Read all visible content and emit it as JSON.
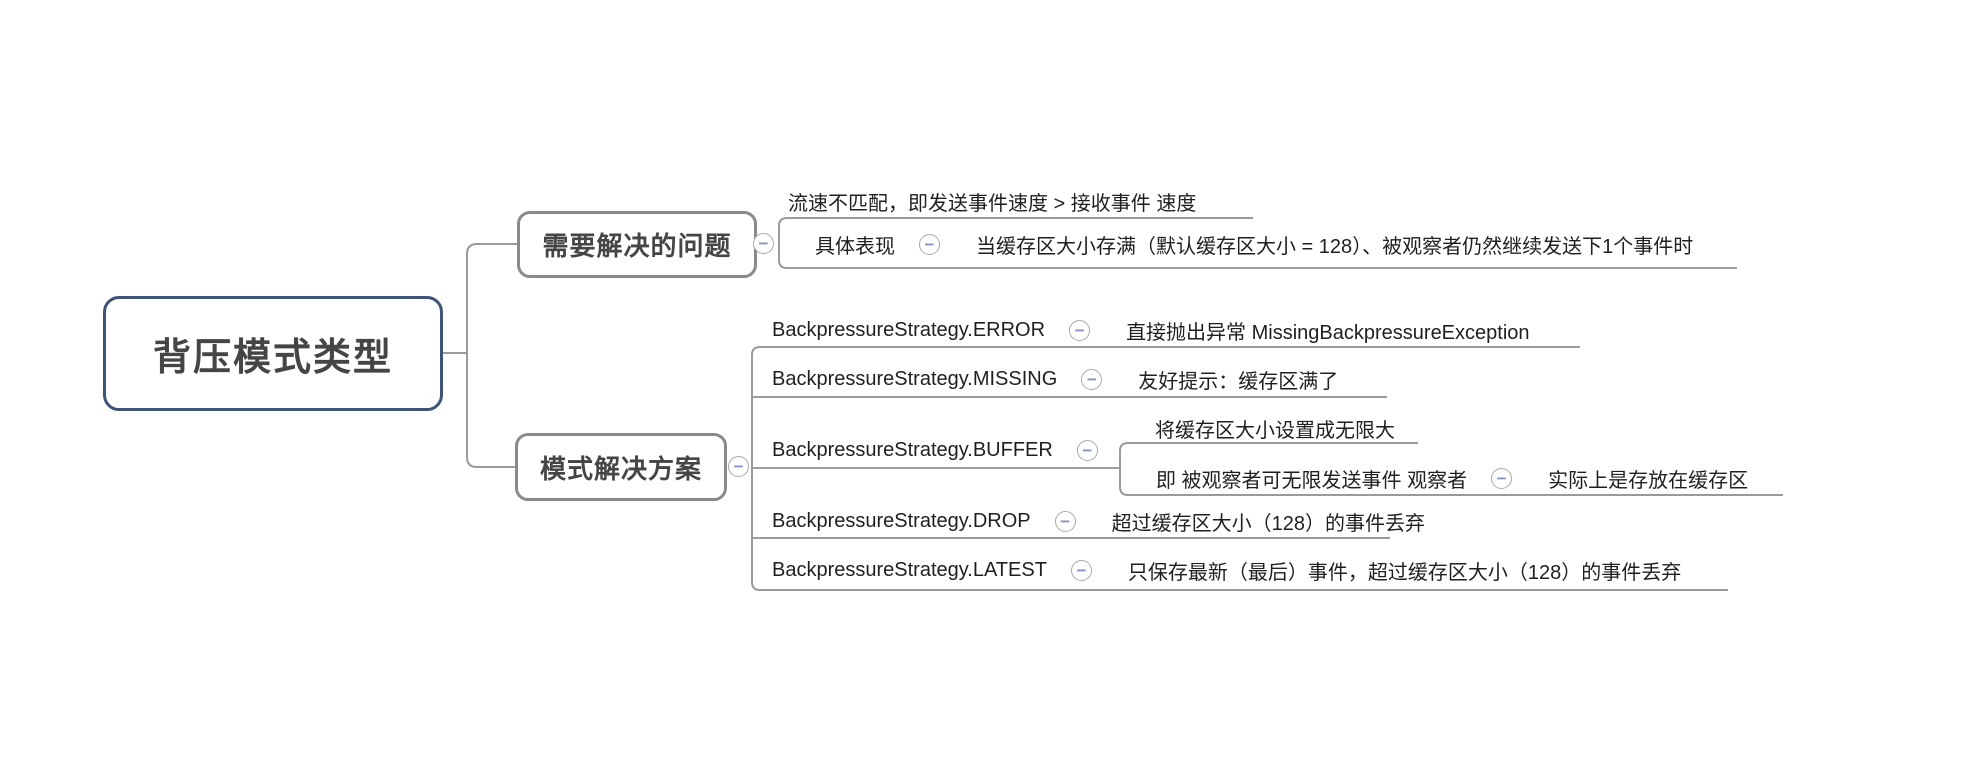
{
  "root": {
    "label": "背压模式类型"
  },
  "branches": [
    {
      "label": "需要解决的问题",
      "children": [
        {
          "label": "流速不匹配，即发送事件速度 > 接收事件 速度"
        },
        {
          "label": "具体表现",
          "child": "当缓存区大小存满（默认缓存区大小 = 128）、被观察者仍然继续发送下1个事件时"
        }
      ]
    },
    {
      "label": "模式解决方案",
      "children": [
        {
          "label": "BackpressureStrategy.ERROR",
          "child": "直接抛出异常 MissingBackpressureException"
        },
        {
          "label": "BackpressureStrategy.MISSING",
          "child": "友好提示：缓存区满了"
        },
        {
          "label": "BackpressureStrategy.BUFFER",
          "children": [
            {
              "label": "将缓存区大小设置成无限大"
            },
            {
              "label": "即 被观察者可无限发送事件 观察者",
              "child": "实际上是存放在缓存区"
            }
          ]
        },
        {
          "label": "BackpressureStrategy.DROP",
          "child": "超过缓存区大小（128）的事件丢弃"
        },
        {
          "label": "BackpressureStrategy.LATEST",
          "child": "只保存最新（最后）事件，超过缓存区大小（128）的事件丢弃"
        }
      ]
    }
  ],
  "icons": {
    "collapse_glyph": "−"
  },
  "colors": {
    "root_border": "#3d5379",
    "box_border": "#8a8a8a",
    "line": "#9a9a9a",
    "title_text": "#454545",
    "row_text": "#1f1f1f",
    "icon_minus": "#8593c8",
    "icon_border": "#a9a9a9",
    "bg": "#ffffff"
  }
}
